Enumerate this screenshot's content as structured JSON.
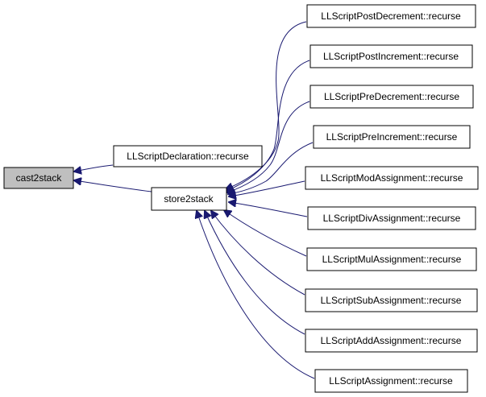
{
  "colors": {
    "edge": "#191970",
    "root_fill": "#bfbfbf",
    "node_fill": "#ffffff",
    "border": "#000000",
    "text": "#000000"
  },
  "nodes": {
    "cast2stack": "cast2stack",
    "decl_recurse": "LLScriptDeclaration::recurse",
    "store2stack": "store2stack",
    "post_dec": "LLScriptPostDecrement::recurse",
    "post_inc": "LLScriptPostIncrement::recurse",
    "pre_dec": "LLScriptPreDecrement::recurse",
    "pre_inc": "LLScriptPreIncrement::recurse",
    "mod_assign": "LLScriptModAssignment::recurse",
    "div_assign": "LLScriptDivAssignment::recurse",
    "mul_assign": "LLScriptMulAssignment::recurse",
    "sub_assign": "LLScriptSubAssignment::recurse",
    "add_assign": "LLScriptAddAssignment::recurse",
    "assign": "LLScriptAssignment::recurse"
  },
  "edges": [
    {
      "from": "decl_recurse",
      "to": "cast2stack"
    },
    {
      "from": "store2stack",
      "to": "cast2stack"
    },
    {
      "from": "post_dec",
      "to": "store2stack"
    },
    {
      "from": "post_inc",
      "to": "store2stack"
    },
    {
      "from": "pre_dec",
      "to": "store2stack"
    },
    {
      "from": "pre_inc",
      "to": "store2stack"
    },
    {
      "from": "mod_assign",
      "to": "store2stack"
    },
    {
      "from": "div_assign",
      "to": "store2stack"
    },
    {
      "from": "mul_assign",
      "to": "store2stack"
    },
    {
      "from": "sub_assign",
      "to": "store2stack"
    },
    {
      "from": "add_assign",
      "to": "store2stack"
    },
    {
      "from": "assign",
      "to": "store2stack"
    }
  ]
}
